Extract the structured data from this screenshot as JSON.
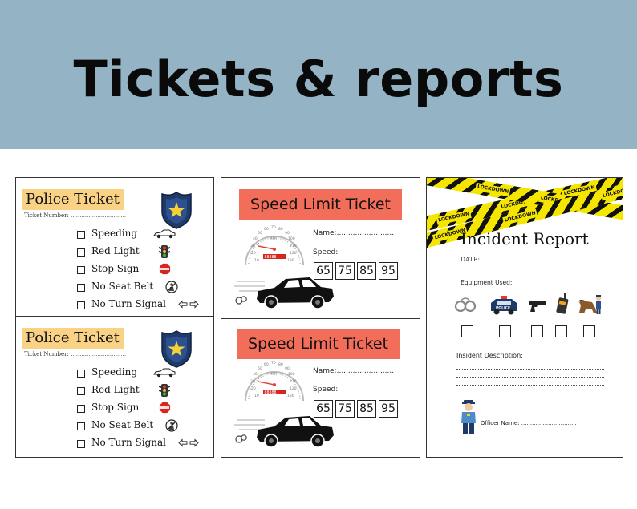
{
  "banner": {
    "title": "Tickets & reports",
    "color": "#94b4c5"
  },
  "police_ticket": {
    "title": "Police Ticket",
    "ticket_number_label": "Ticket Number:",
    "items": [
      {
        "label": "Speeding",
        "icon": "car-icon"
      },
      {
        "label": "Red Light",
        "icon": "traffic-light-icon"
      },
      {
        "label": "Stop Sign",
        "icon": "stop-sign-icon"
      },
      {
        "label": "No Seat Belt",
        "icon": "seat-belt-icon"
      },
      {
        "label": "No Turn Signal",
        "icon": "turn-signal-arrows-icon"
      }
    ],
    "title_bg": "#f9d286"
  },
  "speed_ticket": {
    "title": "Speed Limit Ticket",
    "name_label": "Name:",
    "speed_label": "Speed:",
    "speeds": [
      "65",
      "75",
      "85",
      "95"
    ],
    "speedometer": {
      "unit": "MPH",
      "ticks": [
        "10",
        "20",
        "30",
        "40",
        "50",
        "60",
        "70",
        "80",
        "90",
        "100",
        "110",
        "120",
        "130"
      ]
    },
    "title_bg": "#f36e5a"
  },
  "incident_report": {
    "tape_text": "LOCKDOWN",
    "title": "Incident Report",
    "date_label": "DATE:",
    "equipment_label": "Equipment Used:",
    "equipment": [
      "handcuffs-icon",
      "police-car-icon",
      "pistol-icon",
      "walkie-talkie-icon",
      "police-dog-icon"
    ],
    "police_car_text": "POLICE",
    "description_label": "Insident Description:",
    "officer_label": "Officer Name:"
  }
}
